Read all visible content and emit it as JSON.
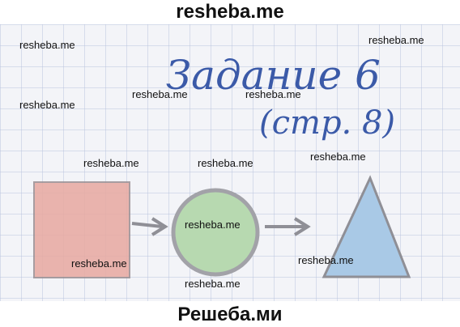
{
  "header": {
    "brand": "resheba.me"
  },
  "footer": {
    "brand": "Решеба.ми"
  },
  "title": {
    "line1": "Задание 6",
    "line2": "(стр. 8)"
  },
  "watermark": "resheba.me",
  "shapes": {
    "square_color": "#e8a8a0",
    "circle_color": "#b7d9b0",
    "triangle_color": "#a9c9e6",
    "ink_color": "#3b5aa8",
    "grid_color": "#b9c3de"
  }
}
